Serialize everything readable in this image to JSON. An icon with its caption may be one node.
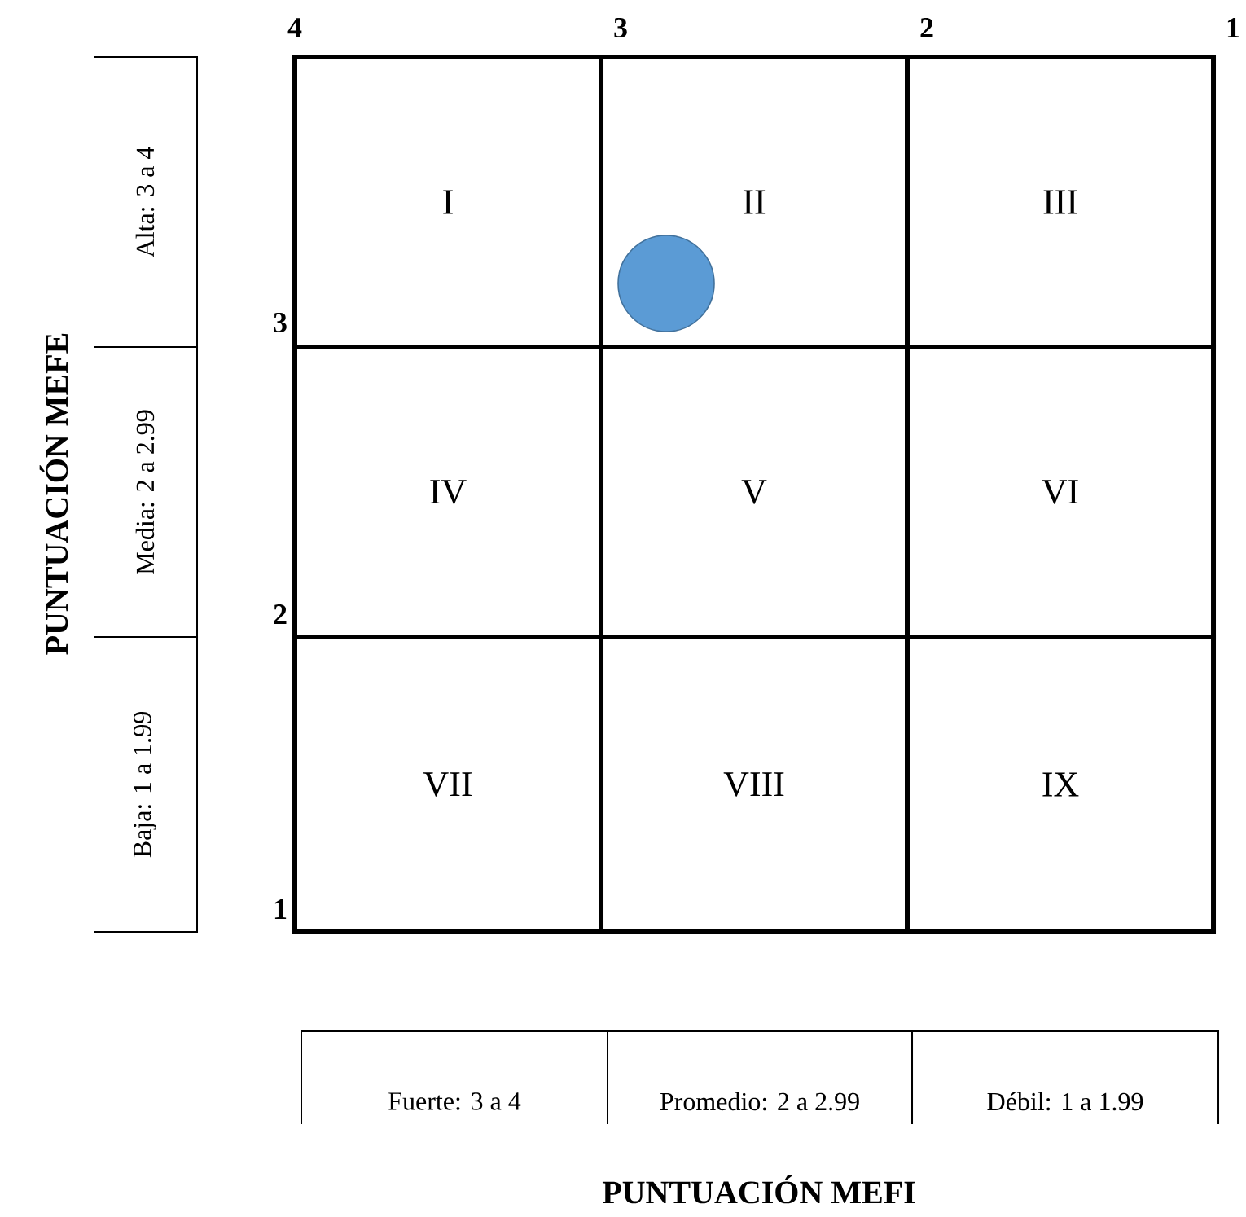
{
  "diagram": {
    "nodes": [
      {
        "text": [
          "I"
        ]
      },
      {
        "text": [
          "II"
        ]
      },
      {
        "text": [
          "III"
        ]
      },
      {
        "text": [
          "IV"
        ]
      },
      {
        "text": [
          "V"
        ]
      },
      {
        "text": [
          "VI"
        ]
      },
      {
        "text": [
          "VII"
        ]
      },
      {
        "text": [
          "VIII"
        ]
      },
      {
        "text": [
          "IX"
        ]
      },
      {
        "text": [],
        "shape": "circle",
        "in": 1
      },
      {
        "text": [
          "Alta: 3 a 4"
        ]
      },
      {
        "text": [
          "Media: 2 a 2.99"
        ]
      },
      {
        "text": [
          "Baja: 1 a 1.99"
        ]
      },
      {
        "text": [
          "Fuerte: 3 a 4"
        ]
      },
      {
        "text": [
          "Promedio: 2 a 2.99"
        ]
      },
      {
        "text": [
          "Débil: 1 a 1.99"
        ]
      }
    ],
    "labels": [
      "4",
      "3",
      "2",
      "1",
      "3",
      "2",
      "1",
      "PUNTUACIÓN MEFE",
      "PUNTUACIÓN MEFI"
    ]
  }
}
